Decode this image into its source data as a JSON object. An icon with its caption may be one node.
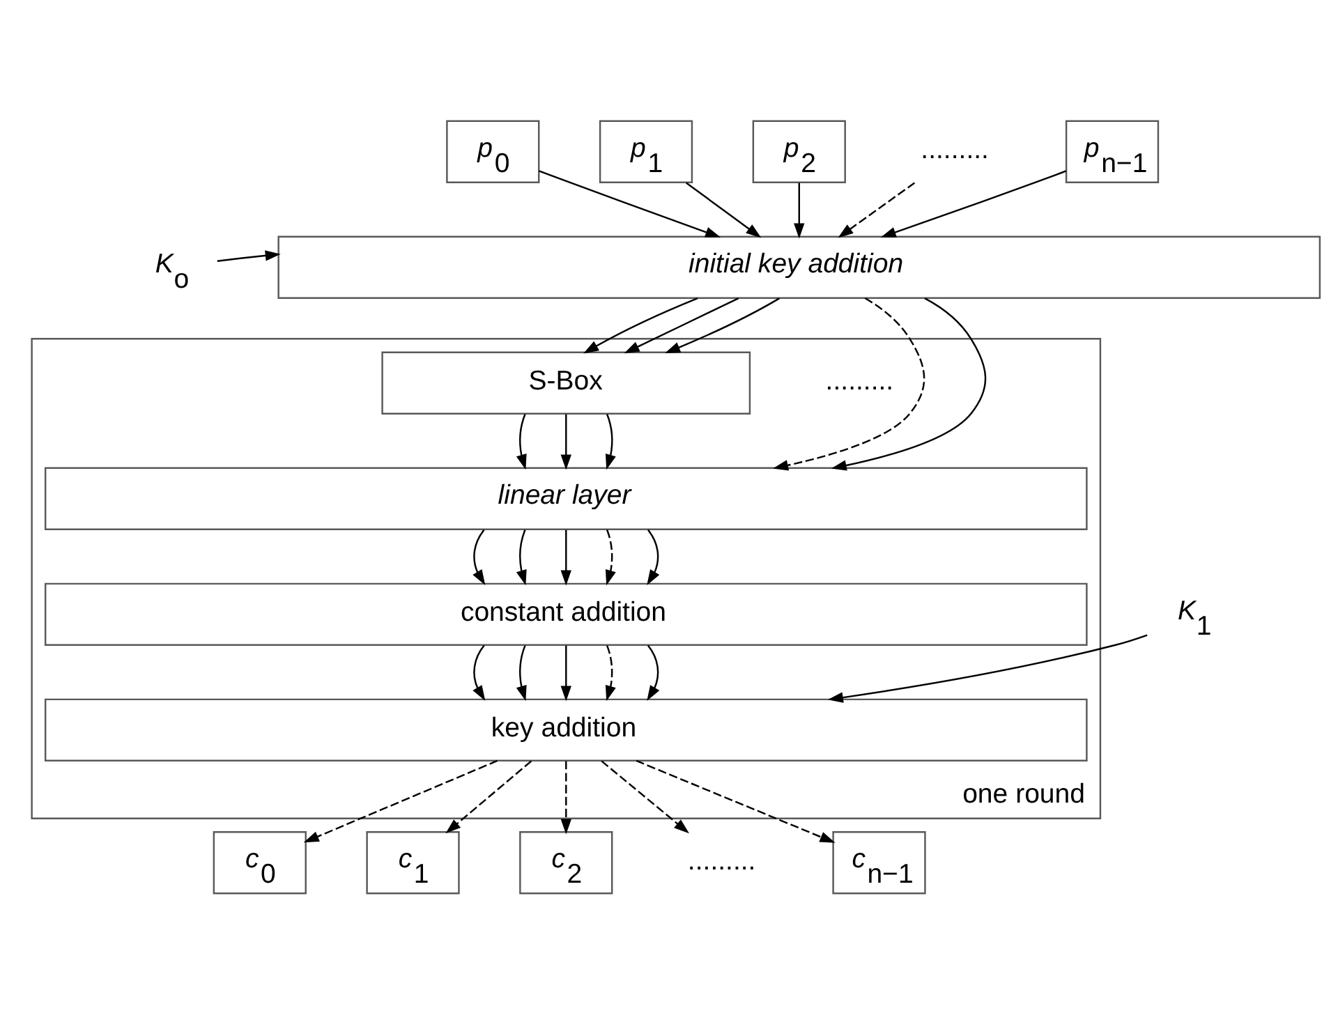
{
  "diagram": {
    "nodes": [
      {
        "text": [
          "p$_{0}$"
        ]
      },
      {
        "text": [
          "p$_{1}$"
        ]
      },
      {
        "text": [
          "p$_{2}$"
        ]
      },
      {
        "text": [
          "........."
        ]
      },
      {
        "text": [
          "p$_{n−1}$"
        ]
      },
      {
        "text": [
          "K$_{o}$"
        ]
      },
      {
        "text": [
          "initial key addition"
        ]
      },
      {
        "text": [
          "one round"
        ]
      },
      {
        "text": [
          "S-Box"
        ],
        "in": 7
      },
      {
        "text": [
          "linear layer"
        ],
        "in": 7
      },
      {
        "text": [
          "constant addition"
        ],
        "in": 7
      },
      {
        "text": [
          "K$_{1}$"
        ]
      },
      {
        "text": [
          "key addition"
        ],
        "in": 7
      },
      {
        "text": [
          "c$_{0}$"
        ]
      },
      {
        "text": [
          "c$_{1}$"
        ]
      },
      {
        "text": [
          "c$_{2}$"
        ]
      },
      {
        "text": [
          "........."
        ]
      },
      {
        "text": [
          "c$_{n−1}$"
        ]
      }
    ],
    "edges": [
      {
        "from": 0,
        "to": 6,
        "arrow": "to"
      },
      {
        "from": 1,
        "to": 6,
        "arrow": "to"
      },
      {
        "from": 2,
        "to": 6,
        "arrow": "to"
      },
      {
        "from": 3,
        "to": 6,
        "arrow": "to",
        "style": "dashed"
      },
      {
        "from": 4,
        "to": 6,
        "arrow": "to"
      },
      {
        "from": 5,
        "to": 6,
        "arrow": "to"
      },
      {
        "from": 6,
        "to": 8,
        "arrow": "to"
      },
      {
        "from": 6,
        "to": 8,
        "arrow": "to"
      },
      {
        "from": 6,
        "to": 8,
        "arrow": "to"
      },
      {
        "from": 6,
        "to": 9,
        "arrow": "to",
        "style": "dashed"
      },
      {
        "from": 6,
        "to": 9,
        "arrow": "to"
      },
      {
        "from": 8,
        "to": 9,
        "arrow": "to"
      },
      {
        "from": 8,
        "to": 9,
        "arrow": "to"
      },
      {
        "from": 8,
        "to": 9,
        "arrow": "to"
      },
      {
        "from": 9,
        "to": 10,
        "arrow": "to"
      },
      {
        "from": 9,
        "to": 10,
        "arrow": "to"
      },
      {
        "from": 9,
        "to": 10,
        "arrow": "to"
      },
      {
        "from": 9,
        "to": 10,
        "arrow": "to",
        "style": "dashed"
      },
      {
        "from": 9,
        "to": 10,
        "arrow": "to"
      },
      {
        "from": 10,
        "to": 12,
        "arrow": "to"
      },
      {
        "from": 10,
        "to": 12,
        "arrow": "to"
      },
      {
        "from": 10,
        "to": 12,
        "arrow": "to"
      },
      {
        "from": 10,
        "to": 12,
        "arrow": "to",
        "style": "dashed"
      },
      {
        "from": 10,
        "to": 12,
        "arrow": "to"
      },
      {
        "from": 11,
        "to": 12,
        "arrow": "to"
      },
      {
        "from": 12,
        "to": 13,
        "arrow": "to",
        "style": "dashed"
      },
      {
        "from": 12,
        "to": 14,
        "arrow": "to",
        "style": "dashed"
      },
      {
        "from": 12,
        "to": 15,
        "arrow": "to",
        "style": "dashed"
      },
      {
        "from": 12,
        "to": 16,
        "arrow": "to",
        "style": "dashed"
      },
      {
        "from": 12,
        "to": 17,
        "arrow": "to",
        "style": "dashed"
      }
    ],
    "labels": [
      "........."
    ]
  }
}
